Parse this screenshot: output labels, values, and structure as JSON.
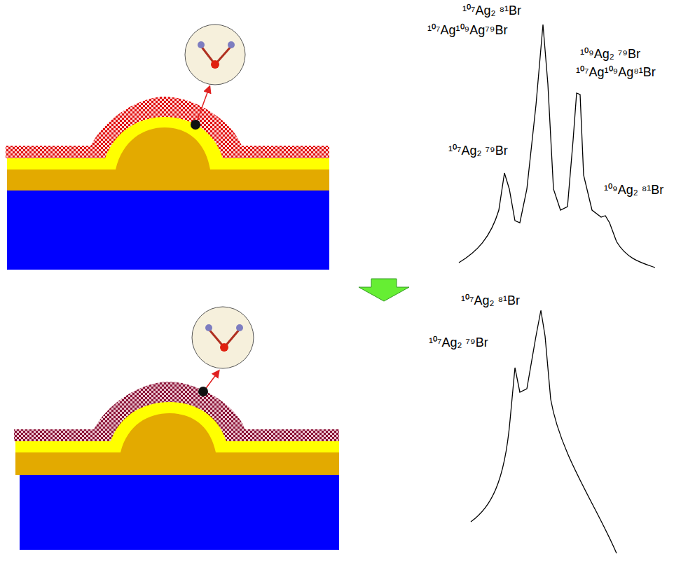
{
  "diagram": {
    "labels": [
      "¹⁰⁷Ag₂ ⁸¹Br",
      "¹⁰⁷Ag¹⁰⁹Ag⁷⁹Br",
      "¹⁰⁹Ag₂ ⁷⁹Br",
      "¹⁰⁷Ag¹⁰⁹Ag⁸¹Br",
      "¹⁰⁷Ag₂ ⁷⁹Br",
      "¹⁰⁹Ag₂ ⁸¹Br",
      "¹⁰⁷Ag₂ ⁸¹Br",
      "¹⁰⁷Ag₂ ⁷⁹Br"
    ]
  }
}
